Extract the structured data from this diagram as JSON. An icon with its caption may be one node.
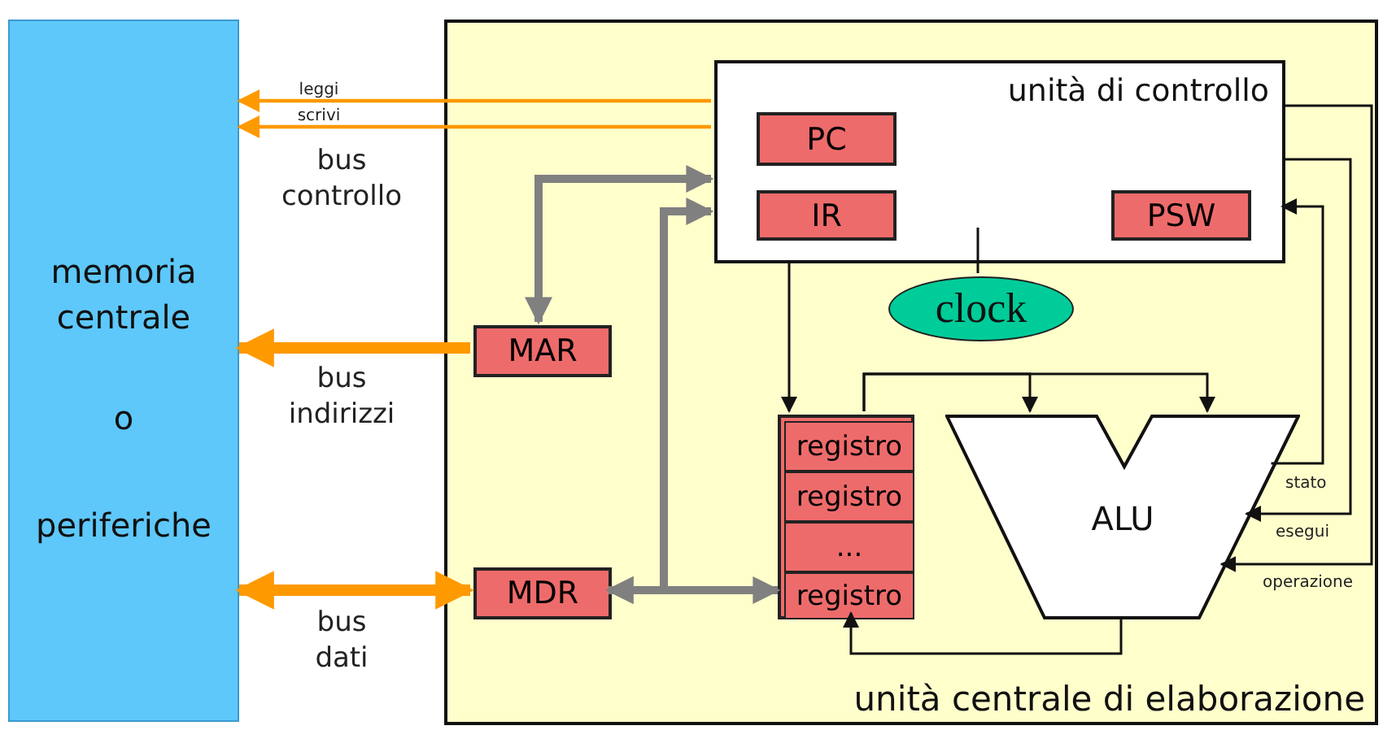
{
  "diagram": {
    "nodes": [
      {
        "text": [
          "memoria centrale",
          "o",
          "periferiche"
        ]
      },
      {
        "text": [
          "unità centrale di elaborazione"
        ]
      },
      {
        "text": [
          "unità di controllo"
        ],
        "in": 1
      },
      {
        "text": [
          "PC"
        ],
        "in": 2
      },
      {
        "text": [
          "IR"
        ],
        "in": 2
      },
      {
        "text": [
          "PSW"
        ],
        "in": 2
      },
      {
        "text": [
          "clock"
        ],
        "in": 1
      },
      {
        "text": [
          "MAR"
        ],
        "in": 1
      },
      {
        "text": [
          "MDR"
        ],
        "in": 1
      },
      {
        "text": [],
        "shape": "box",
        "in": 1
      },
      {
        "text": [
          "registro"
        ],
        "in": 9
      },
      {
        "text": [
          "registro"
        ],
        "in": 9
      },
      {
        "text": [
          "..."
        ],
        "in": 9
      },
      {
        "text": [
          "registro"
        ],
        "in": 9
      },
      {
        "text": [
          "ALU"
        ],
        "in": 1
      }
    ],
    "edges": [
      {
        "from": 2,
        "to": 0,
        "arrow": "to",
        "label": "leggi",
        "color": "#ff9900"
      },
      {
        "from": 2,
        "to": 0,
        "arrow": "to",
        "label": "scrivi",
        "color": "#ff9900"
      },
      {
        "from": 7,
        "to": 0,
        "arrow": "to",
        "style": "thick",
        "color": "#ff9900"
      },
      {
        "from": 8,
        "to": 0,
        "arrow": "both",
        "style": "thick",
        "color": "#ff9900"
      },
      {
        "from": 7,
        "to": 2,
        "arrow": "both",
        "style": "thick",
        "color": "#808080"
      },
      {
        "from": 8,
        "to": 2,
        "arrow": "both",
        "style": "thick",
        "color": "#808080"
      },
      {
        "from": 8,
        "to": 13,
        "arrow": "both",
        "style": "thick",
        "color": "#808080"
      },
      {
        "from": 6,
        "to": 2,
        "arrow": "none"
      },
      {
        "from": 2,
        "to": 9,
        "arrow": "to"
      },
      {
        "from": 9,
        "to": 14,
        "arrow": "to"
      },
      {
        "from": 9,
        "to": 14,
        "arrow": "to"
      },
      {
        "from": 14,
        "to": 13,
        "arrow": "to"
      },
      {
        "from": 14,
        "to": 2,
        "arrow": "to",
        "label": "stato"
      },
      {
        "from": 2,
        "to": 14,
        "arrow": "to",
        "label": "esegui"
      },
      {
        "from": 2,
        "to": 14,
        "arrow": "to",
        "label": "operazione"
      }
    ],
    "labels": [
      "bus controllo",
      "bus indirizzi",
      "bus dati"
    ]
  }
}
